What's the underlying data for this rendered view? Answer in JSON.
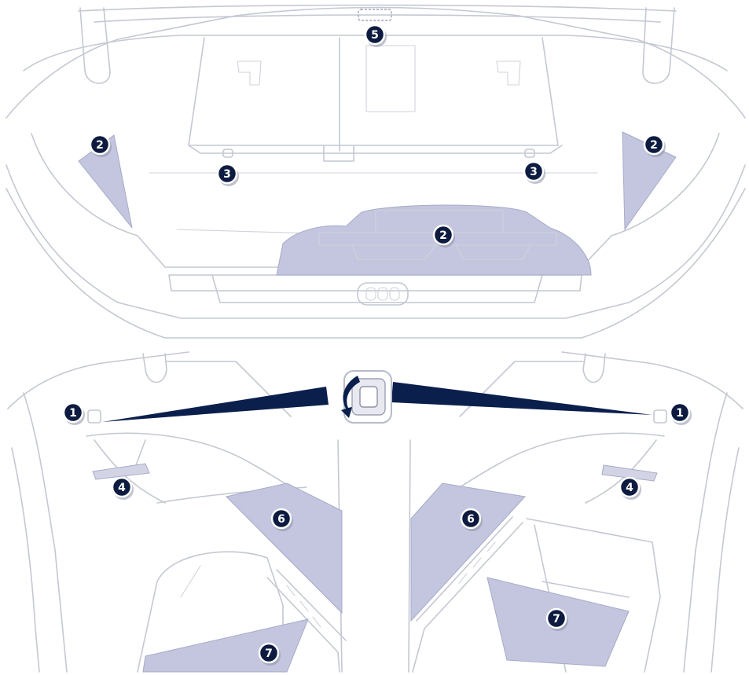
{
  "diagram": {
    "callouts": [
      {
        "id": "c5-top",
        "label": "5"
      },
      {
        "id": "c2-left",
        "label": "2"
      },
      {
        "id": "c2-right",
        "label": "2"
      },
      {
        "id": "c2-center",
        "label": "2"
      },
      {
        "id": "c3-left",
        "label": "3"
      },
      {
        "id": "c3-right",
        "label": "3"
      },
      {
        "id": "c1-left",
        "label": "1"
      },
      {
        "id": "c1-right",
        "label": "1"
      },
      {
        "id": "c4-left",
        "label": "4"
      },
      {
        "id": "c4-right",
        "label": "4"
      },
      {
        "id": "c6-left",
        "label": "6"
      },
      {
        "id": "c6-right",
        "label": "6"
      },
      {
        "id": "c7-left",
        "label": "7"
      },
      {
        "id": "c7-right",
        "label": "7"
      }
    ],
    "colors": {
      "outline": "#c4c8d2",
      "highlight": "#c3c6de",
      "callout": "#0d1b40",
      "arrow": "#0b1f4d"
    }
  }
}
